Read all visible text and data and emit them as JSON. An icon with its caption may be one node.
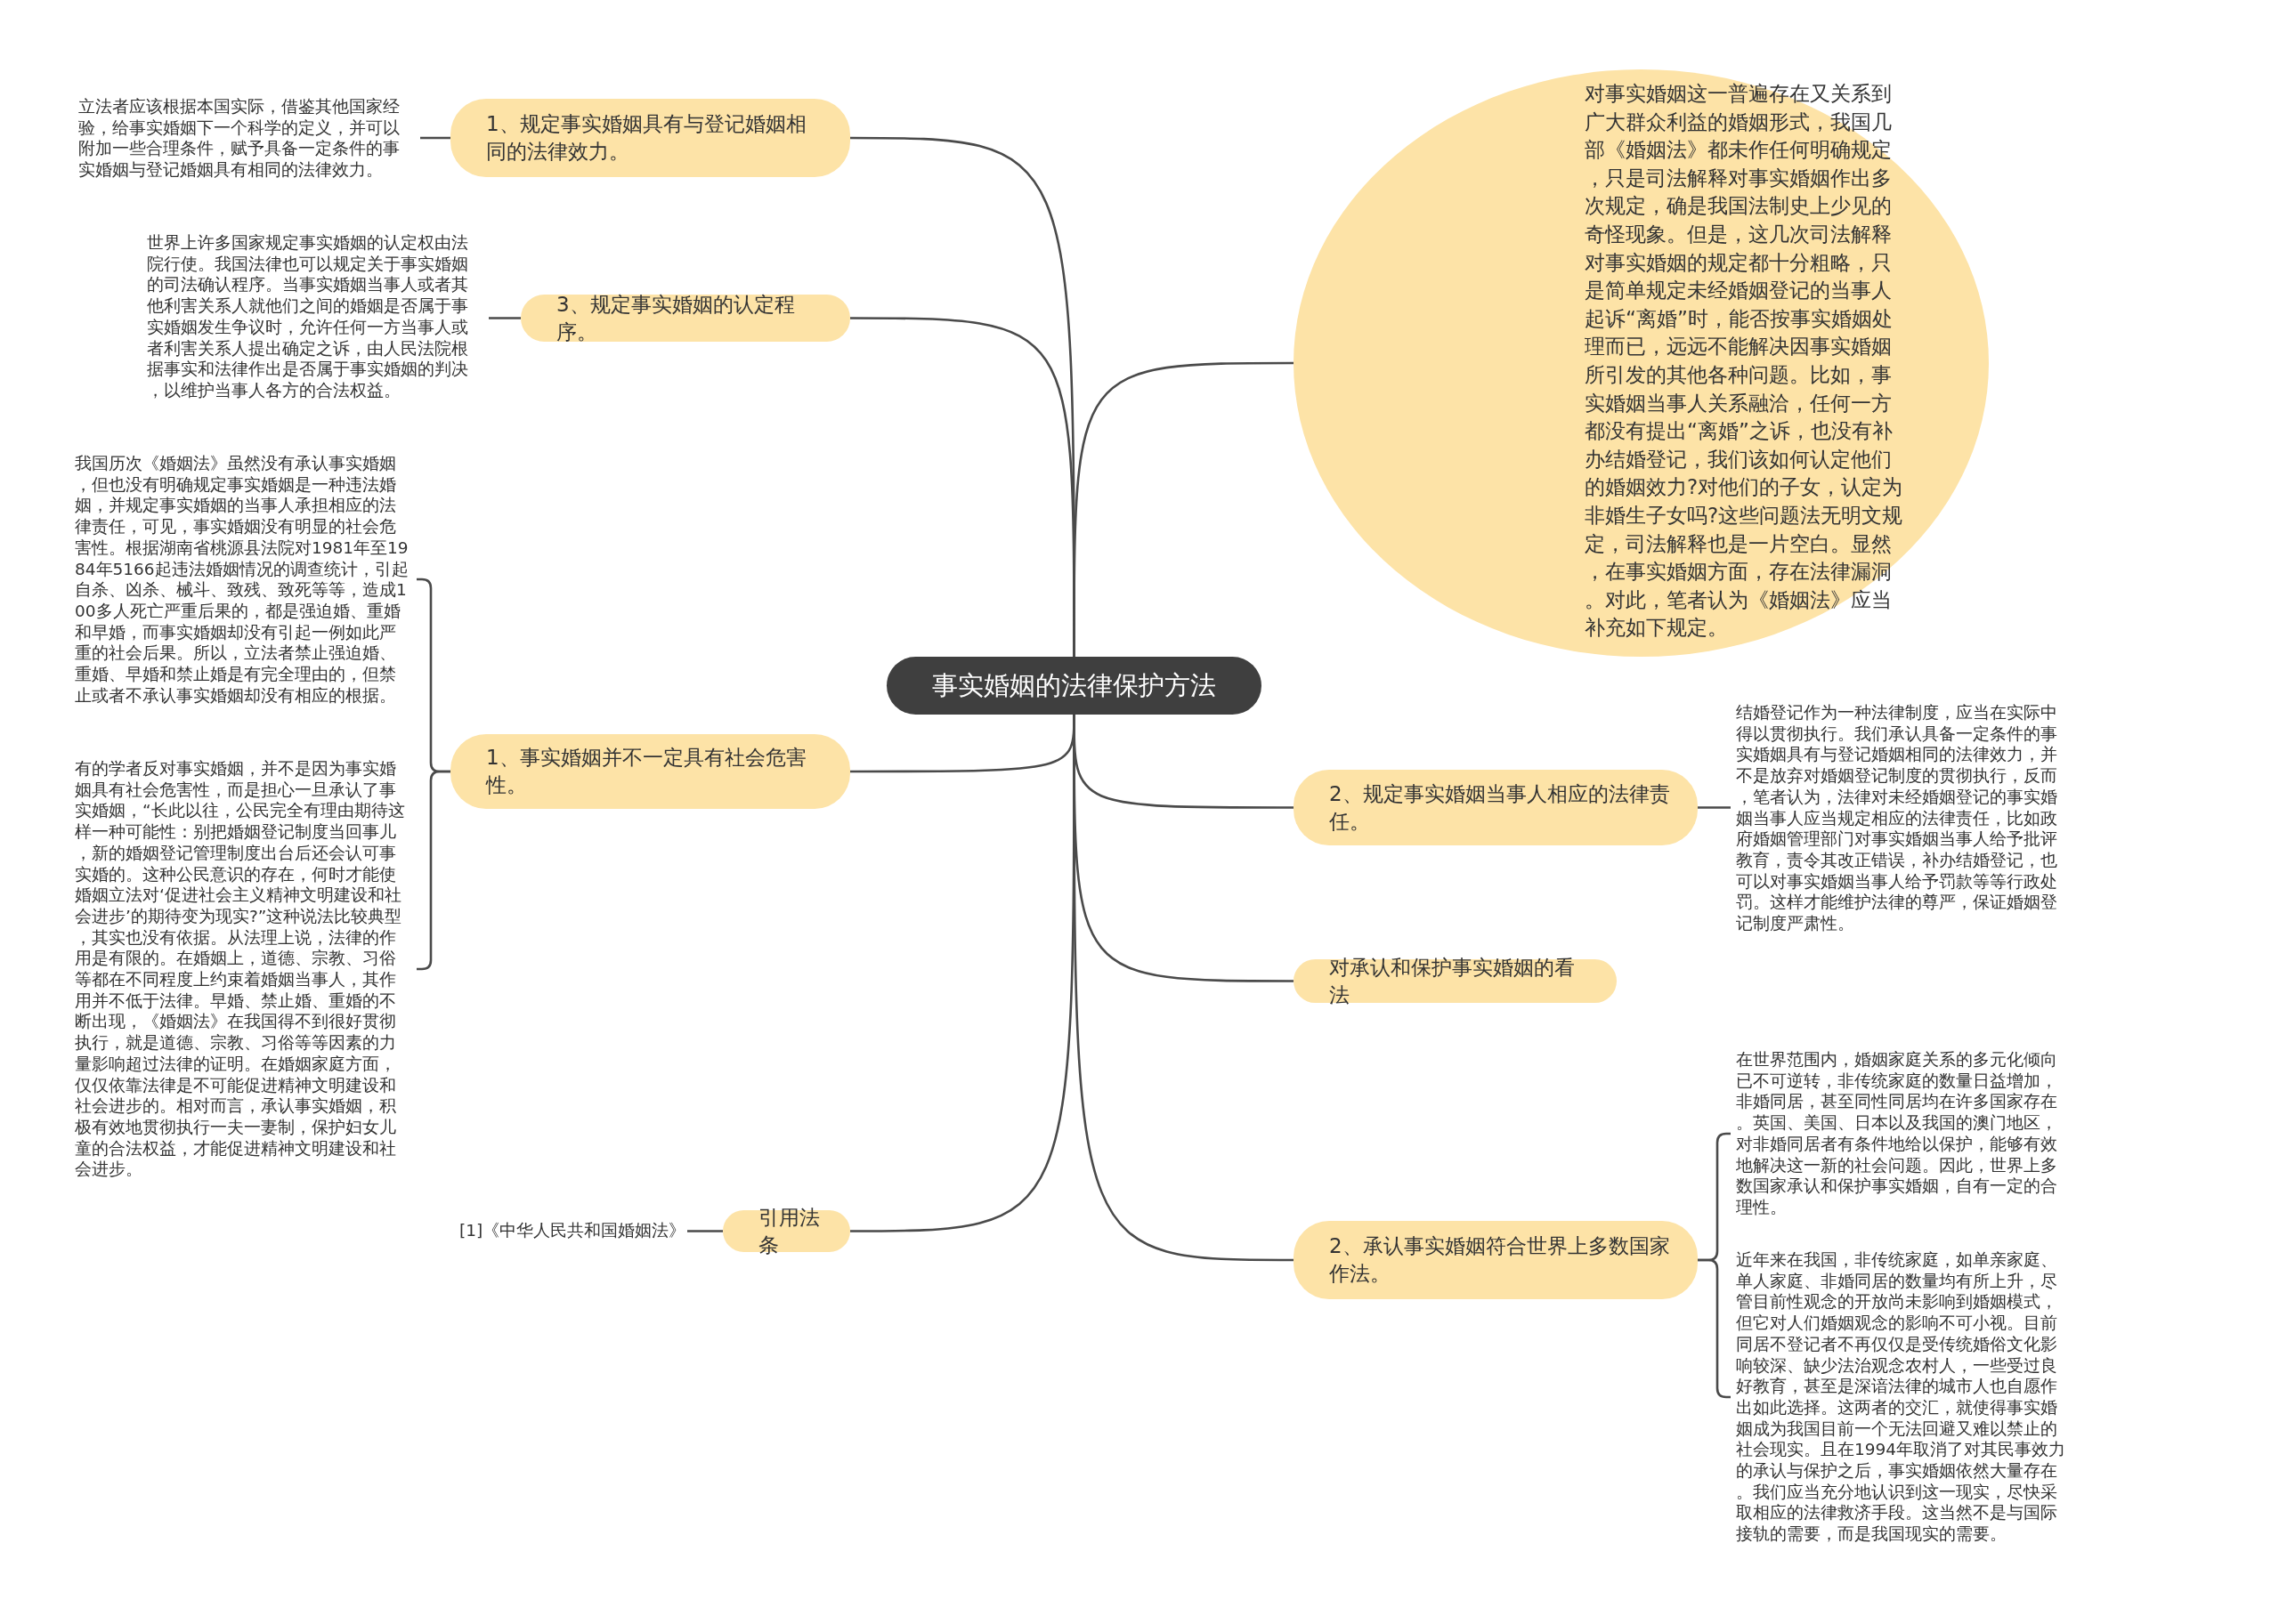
{
  "diagram": {
    "nodes": [
      {
        "text": [
          "事实婚姻的法律保护方法"
        ]
      },
      {
        "text": [
          "1、规定事实婚姻具有与登记婚姻相同的法律效力。"
        ]
      },
      {
        "text": [
          "立法者应该根据本国实际，借鉴其他国家经验，给事实婚姻下一个科学的定义，并可以附加一些合理条件，赋予具备一定条件的事实婚姻与登记婚姻具有相同的法律效力。"
        ]
      },
      {
        "text": [
          "3、规定事实婚姻的认定程序。"
        ]
      },
      {
        "text": [
          "世界上许多国家规定事实婚姻的认定权由法院行使。我国法律也可以规定关于事实婚姻的司法确认程序。当事实婚姻当事人或者其他利害关系人就他们之间的婚姻是否属于事实婚姻发生争议时，允许任何一方当事人或者利害关系人提出确定之诉，由人民法院根据事实和法律作出是否属于事实婚姻的判决，以维护当事人各方的合法权益。"
        ]
      },
      {
        "text": [
          "1、事实婚姻并不一定具有社会危害性。"
        ]
      },
      {
        "text": [
          "我国历次《婚姻法》虽然没有承认事实婚姻，但也没有明确规定事实婚姻是一种违法婚姻，并规定事实婚姻的当事人承担相应的法律责任，可见，事实婚姻没有明显的社会危害性。根据湖南省桃源县法院对1981年至1984年5166起违法婚姻情况的调查统计，引起自杀、凶杀、械斗、致残、致死等等，造成100多人死亡严重后果的，都是强迫婚、重婚和早婚，而事实婚姻却没有引起一例如此严重的社会后果。所以，立法者禁止强迫婚、重婚、早婚和禁止婚是有完全理由的，但禁止或者不承认事实婚姻却没有相应的根据。"
        ]
      },
      {
        "text": [
          "有的学者反对事实婚姻，并不是因为事实婚姻具有社会危害性，而是担心一旦承认了事实婚姻，“长此以往，公民完全有理由期待这样一种可能性：别把婚姻登记制度当回事儿，新的婚姻登记管理制度出台后还会认可事实婚的。这种公民意识的存在，何时才能使婚姻立法对‘促进社会主义精神文明建设和社会进步’的期待变为现实?”这种说法比较典型，其实也没有依据。从法理上说，法律的作用是有限的。在婚姻上，道德、宗教、习俗等都在不同程度上约束着婚姻当事人，其作用并不低于法律。早婚、禁止婚、重婚的不断出现，《婚姻法》在我国得不到很好贯彻执行，就是道德、宗教、习俗等等因素的力量影响超过法律的证明。在婚姻家庭方面，仅仅依靠法律是不可能促进精神文明建设和社会进步的。相对而言，承认事实婚姻，积极有效地贯彻执行一夫一妻制，保护妇女儿童的合法权益，才能促进精神文明建设和社会进步。"
        ]
      },
      {
        "text": [
          "引用法条"
        ]
      },
      {
        "text": [
          "[1]《中华人民共和国婚姻法》"
        ]
      },
      {
        "text": [
          "对事实婚姻这一普遍存在又关系到广大群众利益的婚姻形式，我国几部《婚姻法》都未作任何明确规定，只是司法解释对事实婚姻作出多次规定，确是我国法制史上少见的奇怪现象。但是，这几次司法解释对事实婚姻的规定都十分粗略，只是简单规定未经婚姻登记的当事人起诉“离婚”时，能否按事实婚姻处理而已，远远不能解决因事实婚姻所引发的其他各种问题。比如，事实婚姻当事人关系融洽，任何一方都没有提出“离婚”之诉，也没有补办结婚登记，我们该如何认定他们的婚姻效力?对他们的子女，认定为非婚生子女吗?这些问题法无明文规定，司法解释也是一片空白。显然，在事实婚姻方面，存在法律漏洞。对此，笔者认为《婚姻法》应当补充如下规定。"
        ]
      },
      {
        "text": [
          "2、规定事实婚姻当事人相应的法律责任。"
        ]
      },
      {
        "text": [
          "结婚登记作为一种法律制度，应当在实际中得以贯彻执行。我们承认具备一定条件的事实婚姻具有与登记婚姻相同的法律效力，并不是放弃对婚姻登记制度的贯彻执行，反而，笔者认为，法律对未经婚姻登记的事实婚姻当事人应当规定相应的法律责任，比如政府婚姻管理部门对事实婚姻当事人给予批评教育，责令其改正错误，补办结婚登记，也可以对事实婚姻当事人给予罚款等等行政处罚。这样才能维护法律的尊严，保证婚姻登记制度严肃性。"
        ]
      },
      {
        "text": [
          "对承认和保护事实婚姻的看法"
        ]
      },
      {
        "text": [
          "2、承认事实婚姻符合世界上多数国家作法。"
        ]
      },
      {
        "text": [
          "在世界范围内，婚姻家庭关系的多元化倾向已不可逆转，非传统家庭的数量日益增加，非婚同居，甚至同性同居均在许多国家存在。英国、美国、日本以及我国的澳门地区，对非婚同居者有条件地给以保护，能够有效地解决这一新的社会问题。因此，世界上多数国家承认和保护事实婚姻，自有一定的合理性。"
        ]
      },
      {
        "text": [
          "近年来在我国，非传统家庭，如单亲家庭、单人家庭、非婚同居的数量均有所上升，尽管目前性观念的开放尚未影响到婚姻模式，但它对人们婚姻观念的影响不可小视。目前同居不登记者不再仅仅是受传统婚俗文化影响较深、缺少法治观念农村人，一些受过良好教育，甚至是深谙法律的城市人也自愿作出如此选择。这两者的交汇，就使得事实婚姻成为我国目前一个无法回避又难以禁止的社会现实。且在1994年取消了对其民事效力的承认与保护之后，事实婚姻依然大量存在。我们应当充分地认识到这一现实，尽快采取相应的法律救济手段。这当然不是与国际接轨的需要，而是我国现实的需要。"
        ]
      }
    ],
    "edges": [
      {
        "from": 0,
        "to": 1,
        "arrow": "none"
      },
      {
        "from": 0,
        "to": 3,
        "arrow": "none"
      },
      {
        "from": 0,
        "to": 5,
        "arrow": "none"
      },
      {
        "from": 0,
        "to": 8,
        "arrow": "none"
      },
      {
        "from": 0,
        "to": 10,
        "arrow": "none"
      },
      {
        "from": 0,
        "to": 11,
        "arrow": "none"
      },
      {
        "from": 0,
        "to": 13,
        "arrow": "none"
      },
      {
        "from": 0,
        "to": 14,
        "arrow": "none"
      },
      {
        "from": 1,
        "to": 2,
        "arrow": "none"
      },
      {
        "from": 3,
        "to": 4,
        "arrow": "none"
      },
      {
        "from": 5,
        "to": 6,
        "arrow": "none"
      },
      {
        "from": 5,
        "to": 7,
        "arrow": "none"
      },
      {
        "from": 8,
        "to": 9,
        "arrow": "none"
      },
      {
        "from": 11,
        "to": 12,
        "arrow": "none"
      },
      {
        "from": 14,
        "to": 15,
        "arrow": "none"
      },
      {
        "from": 14,
        "to": 16,
        "arrow": "none"
      }
    ]
  }
}
